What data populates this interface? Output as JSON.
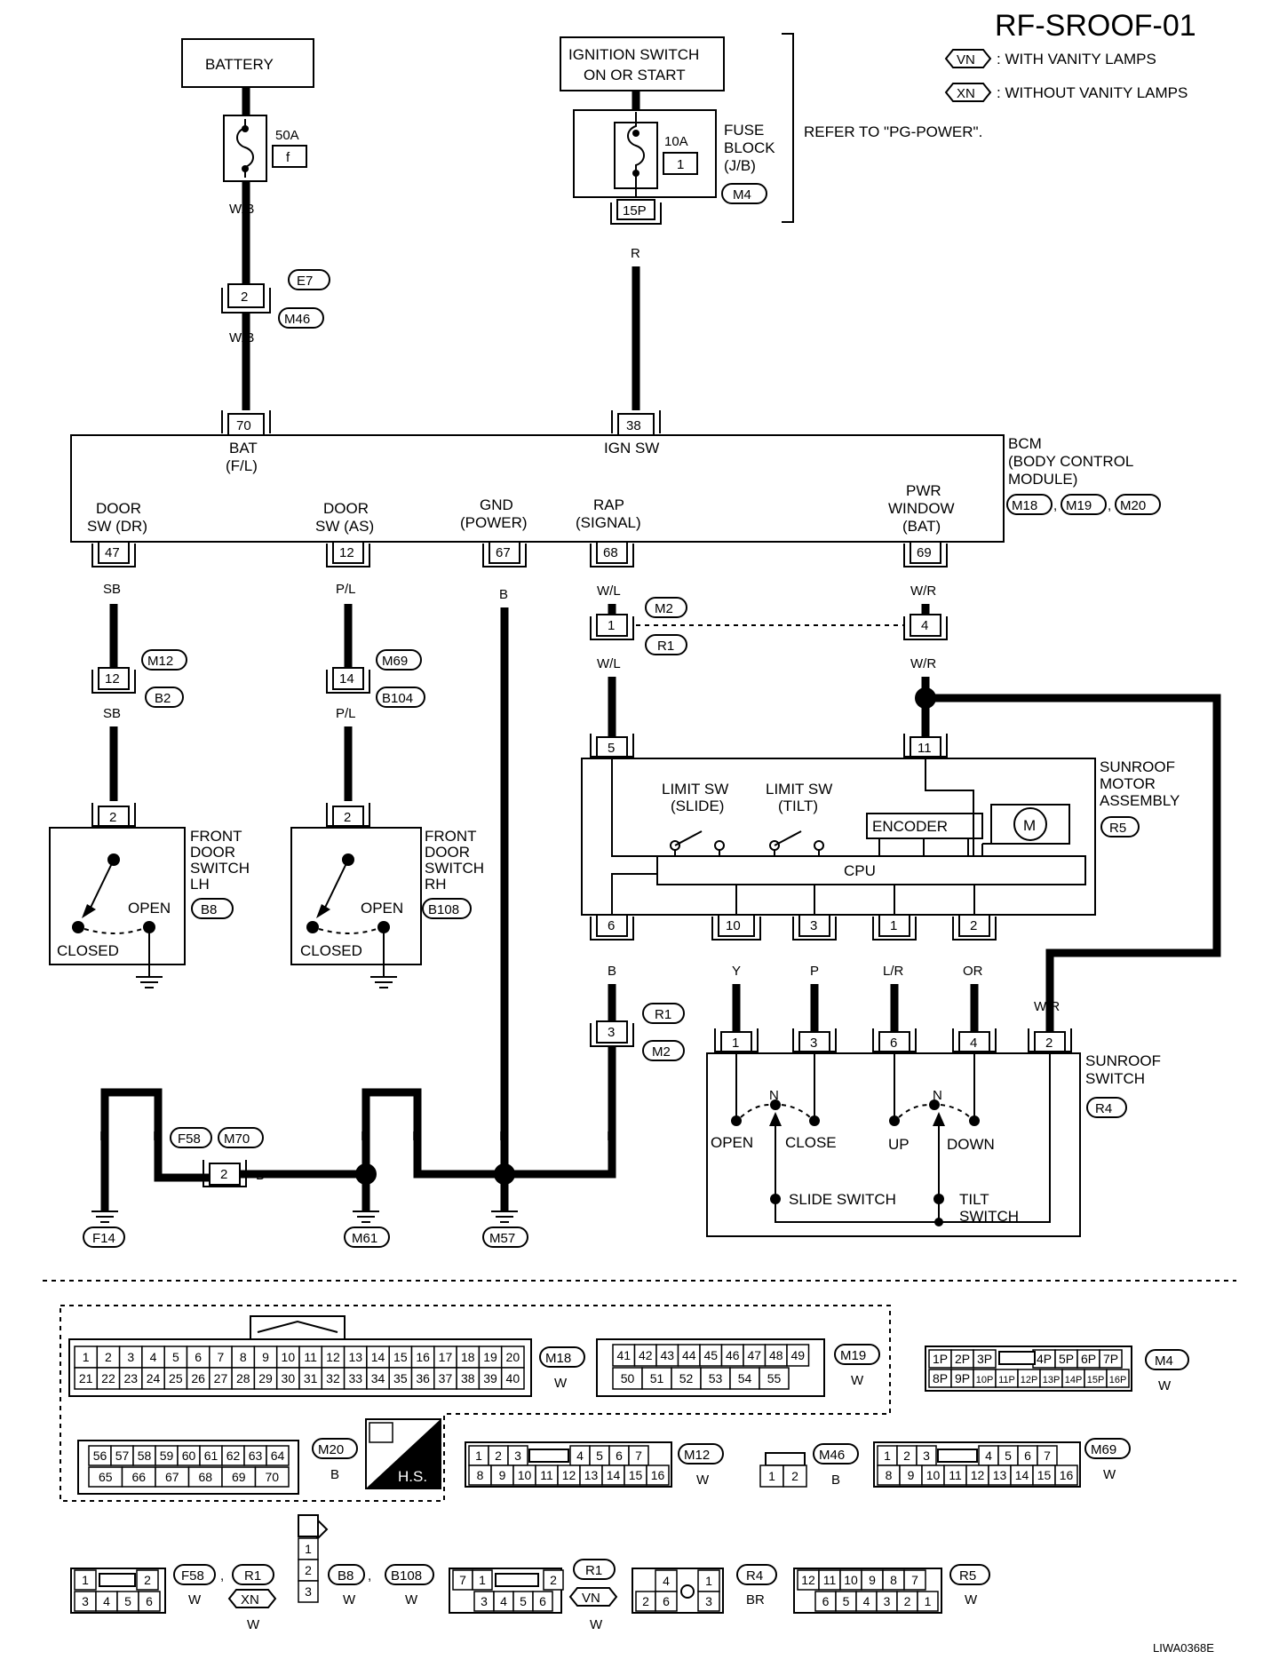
{
  "header": {
    "title": "RF-SROOF-01",
    "legend": [
      {
        "code": "VN",
        "text": ": WITH VANITY LAMPS"
      },
      {
        "code": "XN",
        "text": ": WITHOUT VANITY LAMPS"
      }
    ],
    "refer": "REFER TO \"PG-POWER\".",
    "figure_id": "LIWA0368E"
  },
  "battery": {
    "label": "BATTERY",
    "fuse_amp": "50A",
    "fuse_no": "f",
    "wire1": "W/B",
    "conn": "2",
    "conn_refs": [
      "E7",
      "M46"
    ],
    "wire2": "W/B"
  },
  "ignition": {
    "line1": "IGNITION SWITCH",
    "line2": "ON OR START",
    "fuse_amp": "10A",
    "fuse_no": "1",
    "fb_line1": "FUSE",
    "fb_line2": "BLOCK",
    "fb_line3": "(J/B)",
    "fb_ref": "M4",
    "pin": "15P",
    "wire": "R"
  },
  "bcm": {
    "title1": "BCM",
    "title2": "(BODY CONTROL",
    "title3": "MODULE)",
    "refs": [
      "M18",
      "M19",
      "M20"
    ],
    "bat_pin": "70",
    "bat_l1": "BAT",
    "bat_l2": "(F/L)",
    "ign_pin": "38",
    "ign_label": "IGN SW",
    "terms": [
      {
        "pin": "47",
        "l1": "DOOR",
        "l2": "SW (DR)",
        "wire": "SB"
      },
      {
        "pin": "12",
        "l1": "DOOR",
        "l2": "SW (AS)",
        "wire": "P/L"
      },
      {
        "pin": "67",
        "l1": "GND",
        "l2": "(POWER)",
        "wire": "B"
      },
      {
        "pin": "68",
        "l1": "RAP",
        "l2": "(SIGNAL)",
        "wire": "W/L"
      },
      {
        "pin": "69",
        "l1": "PWR",
        "l2": "WINDOW",
        "l3": "(BAT)",
        "wire": "W/R"
      }
    ]
  },
  "door_lh": {
    "conn": "12",
    "refs": [
      "M12",
      "B2"
    ],
    "wire": "SB",
    "pin": "2",
    "l1": "FRONT",
    "l2": "DOOR",
    "l3": "SWITCH",
    "l4": "LH",
    "ref": "B8",
    "open": "OPEN",
    "closed": "CLOSED"
  },
  "door_rh": {
    "conn": "14",
    "refs": [
      "M69",
      "B104"
    ],
    "wire": "P/L",
    "pin": "2",
    "l1": "FRONT",
    "l2": "DOOR",
    "l3": "SWITCH",
    "l4": "RH",
    "ref": "B108",
    "open": "OPEN",
    "closed": "CLOSED"
  },
  "m2r1": {
    "pin1": "1",
    "pin4": "4",
    "refs": [
      "M2",
      "R1"
    ],
    "wire_wl": "W/L",
    "wire_wr": "W/R"
  },
  "motor": {
    "l1": "SUNROOF",
    "l2": "MOTOR",
    "l3": "ASSEMBLY",
    "ref": "R5",
    "pin_top_l": "5",
    "pin_top_r": "11",
    "limit_slide1": "LIMIT SW",
    "limit_slide2": "(SLIDE)",
    "limit_tilt1": "LIMIT SW",
    "limit_tilt2": "(TILT)",
    "encoder": "ENCODER",
    "motor": "M",
    "cpu": "CPU",
    "bottom_pins": [
      {
        "pin": "6",
        "wire": "B"
      },
      {
        "pin": "10",
        "wire": "Y"
      },
      {
        "pin": "3",
        "wire": "P"
      },
      {
        "pin": "1",
        "wire": "L/R"
      },
      {
        "pin": "2",
        "wire": "OR"
      }
    ]
  },
  "r1m2": {
    "pin": "3",
    "refs": [
      "R1",
      "M2"
    ]
  },
  "sw": {
    "l1": "SUNROOF",
    "l2": "SWITCH",
    "ref": "R4",
    "pins": [
      "1",
      "3",
      "6",
      "4",
      "2"
    ],
    "wire_wr": "W/R",
    "open": "OPEN",
    "close": "CLOSE",
    "up": "UP",
    "down": "DOWN",
    "n": "N",
    "slide": "SLIDE SWITCH",
    "tilt1": "TILT",
    "tilt2": "SWITCH"
  },
  "ground": {
    "f58_pin": "2",
    "f58_refs": [
      "F58",
      "M70"
    ],
    "wire": "B",
    "grounds": [
      "F14",
      "M61",
      "M57"
    ]
  },
  "connectors": {
    "m18": {
      "row1": [
        "1",
        "2",
        "3",
        "4",
        "5",
        "6",
        "7",
        "8",
        "9",
        "10",
        "11",
        "12",
        "13",
        "14",
        "15",
        "16",
        "17",
        "18",
        "19",
        "20"
      ],
      "row2": [
        "21",
        "22",
        "23",
        "24",
        "25",
        "26",
        "27",
        "28",
        "29",
        "30",
        "31",
        "32",
        "33",
        "34",
        "35",
        "36",
        "37",
        "38",
        "39",
        "40"
      ],
      "ref": "M18",
      "color": "W"
    },
    "m19": {
      "row1": [
        "41",
        "42",
        "43",
        "44",
        "45",
        "46",
        "47",
        "48",
        "49"
      ],
      "row2": [
        "50",
        "51",
        "52",
        "53",
        "54",
        "55"
      ],
      "ref": "M19",
      "color": "W"
    },
    "m4": {
      "row1": [
        "1P",
        "2P",
        "3P",
        "4P",
        "5P",
        "6P",
        "7P"
      ],
      "row2": [
        "8P",
        "9P",
        "10P",
        "11P",
        "12P",
        "13P",
        "14P",
        "15P",
        "16P"
      ],
      "ref": "M4",
      "color": "W"
    },
    "m20": {
      "row1": [
        "56",
        "57",
        "58",
        "59",
        "60",
        "61",
        "62",
        "63",
        "64"
      ],
      "row2": [
        "65",
        "66",
        "67",
        "68",
        "69",
        "70"
      ],
      "ref": "M20",
      "color": "B",
      "hs": "H.S."
    },
    "m12": {
      "row1": [
        "1",
        "2",
        "3",
        "4",
        "5",
        "6",
        "7"
      ],
      "row2": [
        "8",
        "9",
        "10",
        "11",
        "12",
        "13",
        "14",
        "15",
        "16"
      ],
      "ref": "M12",
      "color": "W"
    },
    "m46": {
      "row": [
        "1",
        "2"
      ],
      "ref": "M46",
      "color": "B"
    },
    "m69": {
      "row1": [
        "1",
        "2",
        "3",
        "4",
        "5",
        "6",
        "7"
      ],
      "row2": [
        "8",
        "9",
        "10",
        "11",
        "12",
        "13",
        "14",
        "15",
        "16"
      ],
      "ref": "M69",
      "color": "W"
    },
    "f58": {
      "row1": [
        "1",
        "2"
      ],
      "row2": [
        "3",
        "4",
        "5",
        "6"
      ],
      "ref": "F58",
      "ref2": "R1",
      "ref3": "XN",
      "color": "W",
      "color2": "W"
    },
    "b8": {
      "col": [
        "1",
        "2",
        "3"
      ],
      "ref": "B8",
      "ref2": "B108",
      "color": "W",
      "color2": "W"
    },
    "r1vn": {
      "row1": [
        "7",
        "1",
        "2"
      ],
      "row2": [
        "3",
        "4",
        "5",
        "6"
      ],
      "ref": "R1",
      "ref2": "VN",
      "color": "W"
    },
    "r4": {
      "row1": [
        "4",
        "1"
      ],
      "row2": [
        "2",
        "6",
        "3"
      ],
      "ref": "R4",
      "color": "BR"
    },
    "r5": {
      "row1": [
        "12",
        "11",
        "10",
        "9",
        "8",
        "7"
      ],
      "row2": [
        "6",
        "5",
        "4",
        "3",
        "2",
        "1"
      ],
      "ref": "R5",
      "color": "W"
    }
  }
}
